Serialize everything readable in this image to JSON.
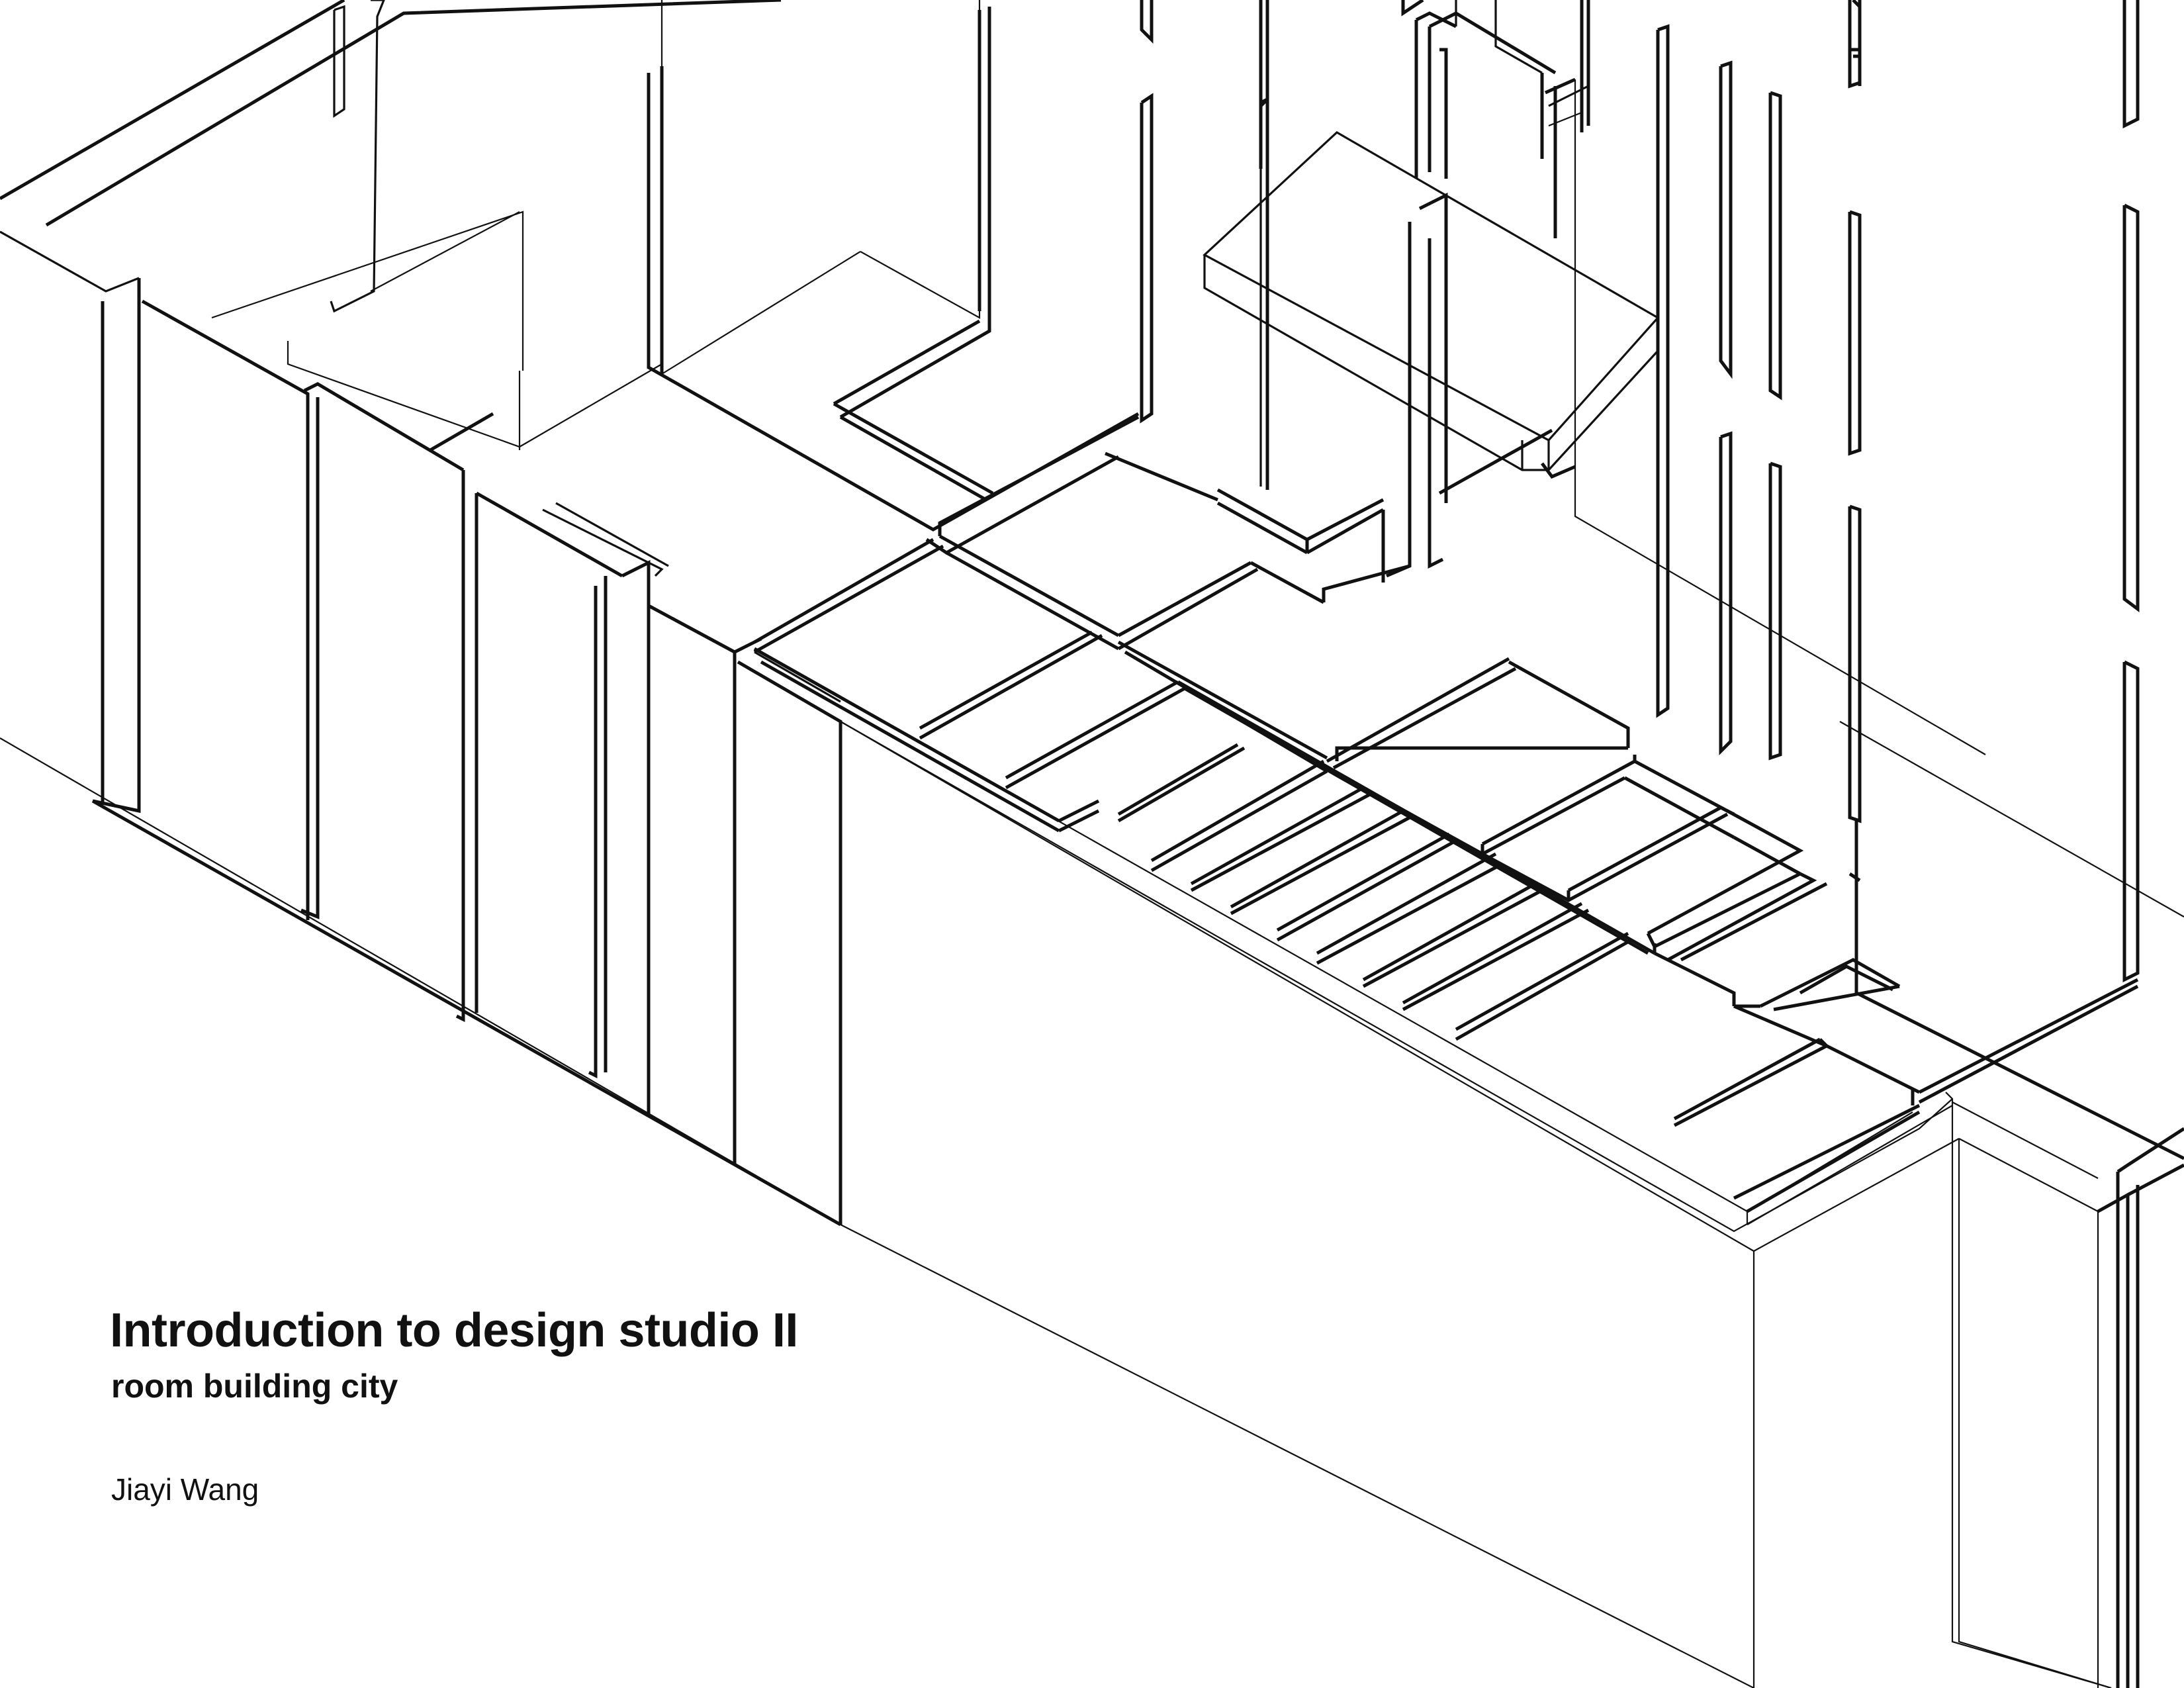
{
  "title_block": {
    "title": "Introduction to design studio II",
    "subtitle": "room building city",
    "author": "Jiayi Wang"
  },
  "drawing": {
    "subject": "axonometric-line-drawing",
    "line_color": "#111111",
    "background": "#ffffff"
  }
}
